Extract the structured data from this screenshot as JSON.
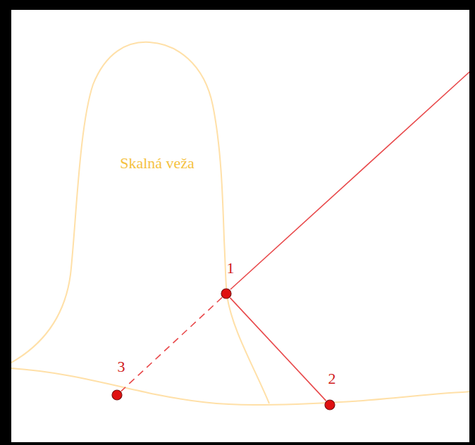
{
  "diagram": {
    "nodes": [
      {
        "text": [
          "1"
        ]
      },
      {
        "text": [
          "2"
        ]
      },
      {
        "text": [
          "3"
        ]
      }
    ],
    "edges": [
      {
        "from": 0,
        "to": 1,
        "arrow": "none"
      },
      {
        "from": 0,
        "to": 2,
        "arrow": "none"
      }
    ],
    "labels": [
      "Skalná veža"
    ]
  }
}
